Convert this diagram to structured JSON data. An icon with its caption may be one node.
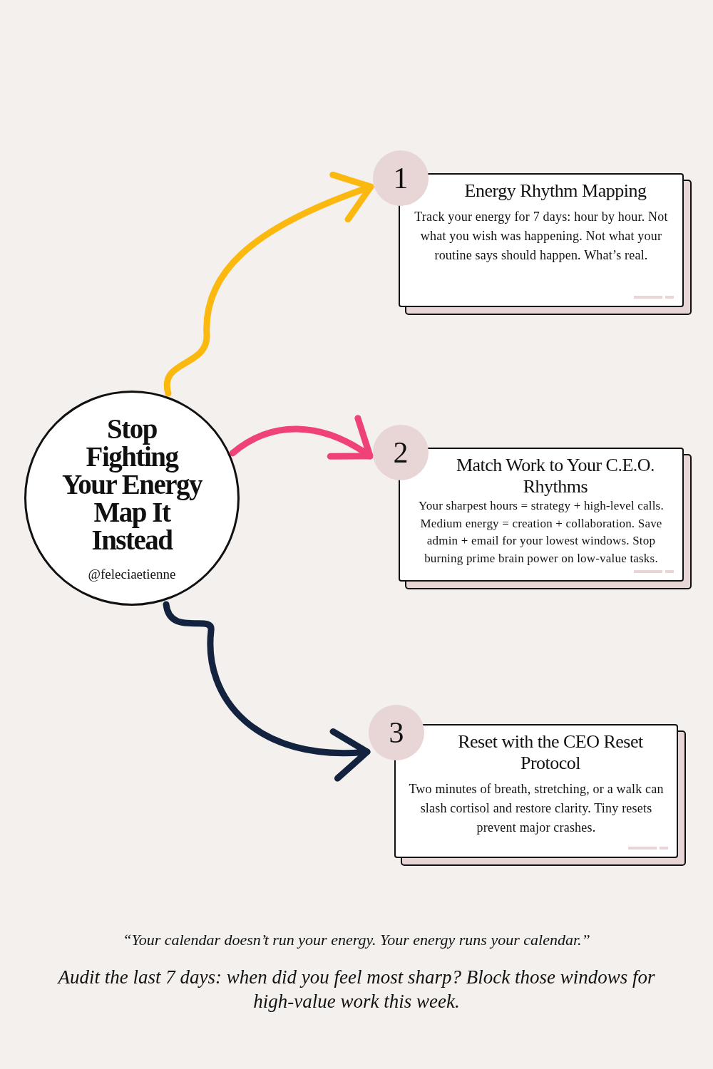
{
  "diagram": {
    "nodes": [
      {
        "text": [
          "Stop Fighting Your Energy Map It Instead",
          "@feleciaetienne"
        ]
      },
      {
        "text": [
          "1"
        ]
      },
      {
        "text": [
          "2"
        ]
      },
      {
        "text": [
          "3"
        ]
      },
      {
        "text": [
          "Energy Rhythm Mapping",
          "Track your energy for 7 days: hour by hour. Not what you wish was happening. Not what your routine says should happen. What’s real."
        ]
      },
      {
        "text": [
          "Match Work to Your C.E.O. Rhythms",
          "Your sharpest hours = strategy + high-level calls. Medium energy = creation + collaboration. Save admin + email for your lowest windows. Stop burning prime brain power on low-value tasks."
        ]
      },
      {
        "text": [
          "Reset with the CEO Reset Protocol",
          "Two minutes of breath, stretching, or a walk can slash cortisol and restore clarity. Tiny resets prevent major crashes."
        ]
      }
    ],
    "edges": [
      {
        "from": 0,
        "to": 1,
        "arrow": "to",
        "color": "#fbb80f"
      },
      {
        "from": 0,
        "to": 2,
        "arrow": "to",
        "color": "#ee4278"
      },
      {
        "from": 0,
        "to": 3,
        "arrow": "to",
        "color": "#13233f"
      }
    ],
    "labels": [
      "“Your calendar doesn’t run your energy. Your energy runs your calendar.”",
      "Audit the last 7 days: when did you feel most sharp? Block those windows for high-value work this week."
    ]
  }
}
